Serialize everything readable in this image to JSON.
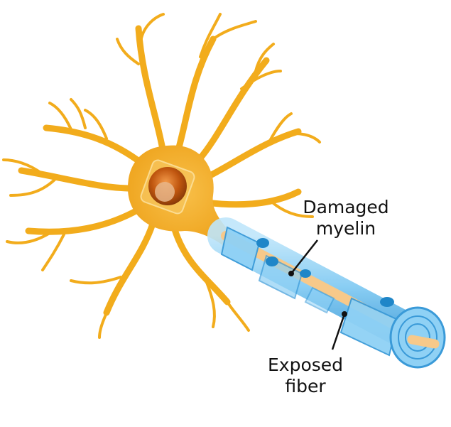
{
  "title": "Neuron with damaged myelin sheath",
  "labels": {
    "damaged_myelin_line1": "Damaged",
    "damaged_myelin_line2": "myelin",
    "exposed_fiber_line1": "Exposed",
    "exposed_fiber_line2": "fiber"
  },
  "colors": {
    "neuron": "#f2ac1c",
    "neuron_dark": "#e38f0c",
    "nucleus": "#c0560f",
    "myelin": "#7cc8f2",
    "myelin_dark": "#3a9ad8",
    "schwann_nucleus": "#1f86c8",
    "fiber": "#f7c98a",
    "leader_line": "#111111"
  }
}
